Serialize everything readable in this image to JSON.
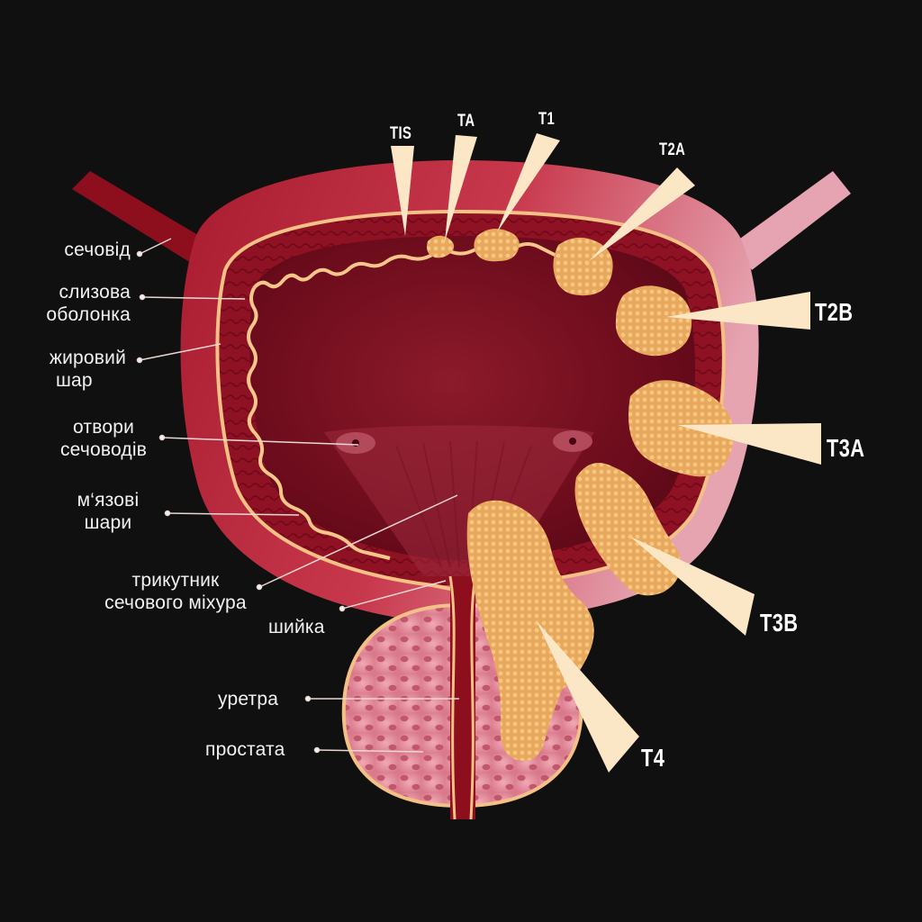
{
  "labels": {
    "ureter": "сечовід",
    "mucosa_1": "слизова",
    "mucosa_2": "оболонка",
    "fat_1": "жировий",
    "fat_2": "шар",
    "orifices_1": "отвори",
    "orifices_2": "сечоводів",
    "muscle_1": "м‘язові",
    "muscle_2": "шари",
    "trigone_1": "трикутник",
    "trigone_2": "сечового міхура",
    "neck": "шийка",
    "urethra": "уретра",
    "prostate": "простата"
  },
  "stages": {
    "tis": "TIS",
    "ta": "TA",
    "t1": "T1",
    "t2a": "T2A",
    "t2b": "T2B",
    "t3a": "T3A",
    "t3b": "T3B",
    "t4": "T4"
  },
  "colors": {
    "background": "#111010",
    "bladder_outer": "#b8263a",
    "bladder_light": "#e8a0ad",
    "muscle": "#8a1022",
    "lumen": "#6e0a1a",
    "mucosa_line": "#f5c58a",
    "tumor": "#e8a65a",
    "arrow": "#fbe7c6",
    "prostate": "#e58a9a",
    "ureter_left": "#8d0f1e",
    "ureter_right": "#e6a4b2"
  }
}
